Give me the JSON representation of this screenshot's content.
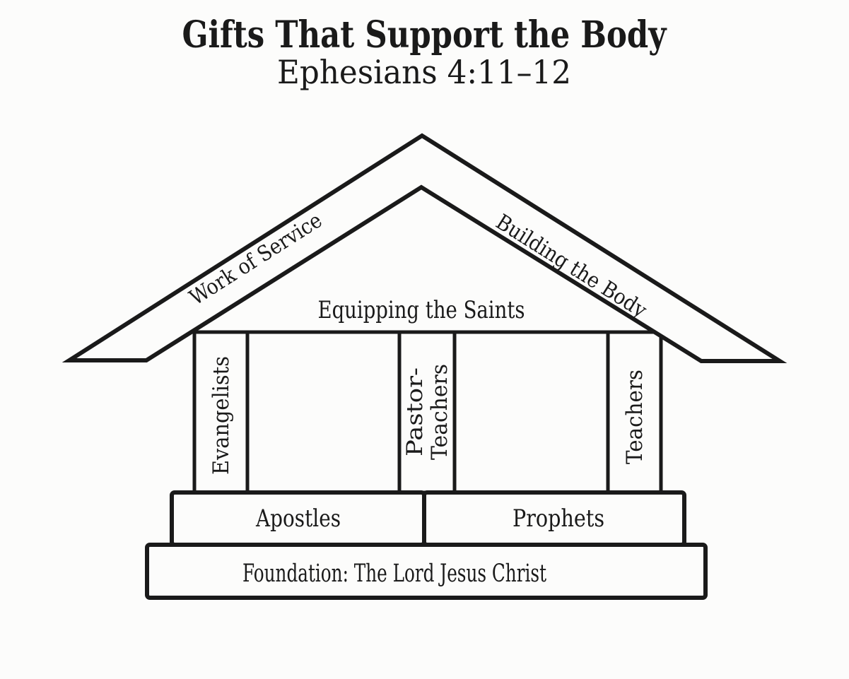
{
  "title": "Gifts That Support the Body",
  "subtitle": "Ephesians 4:11–12",
  "roof": {
    "left_slope_label": "Work of Service",
    "right_slope_label": "Building the Body"
  },
  "beam_label": "Equipping the Saints",
  "pillars": {
    "left": "Evangelists",
    "middle_line1": "Pastor-",
    "middle_line2": "Teachers",
    "right": "Teachers"
  },
  "blocks": {
    "left": "Apostles",
    "right": "Prophets"
  },
  "foundation_label": "Foundation: The Lord Jesus Christ",
  "colors": {
    "ink": "#1a1a1a",
    "paper": "#fcfcfb"
  }
}
